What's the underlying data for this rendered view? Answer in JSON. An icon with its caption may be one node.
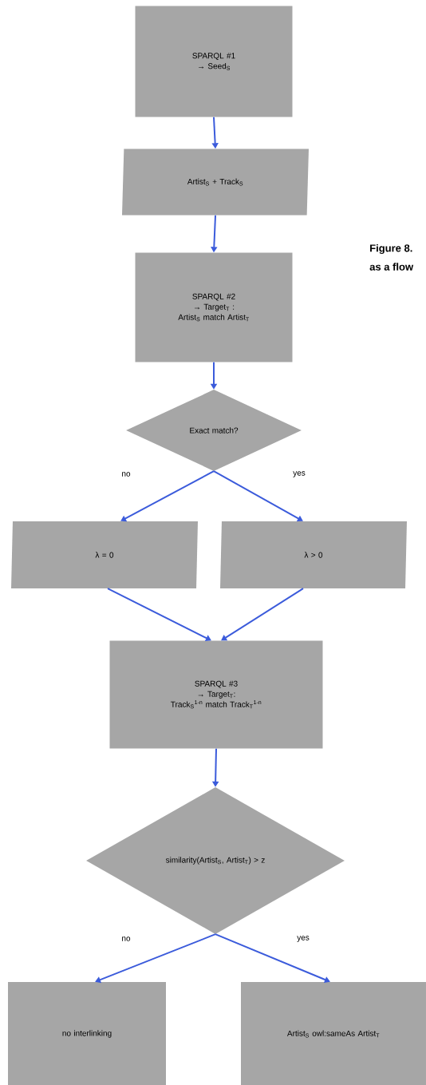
{
  "diagram": {
    "nodes": [
      {
        "text": [
          "SPARQL #1",
          "→ Seed$_{S}$"
        ]
      },
      {
        "text": [
          "Artist$_{S}$ + Track$_{S}$"
        ]
      },
      {
        "text": [
          "SPARQL #2",
          "→ Target$_{T}$ :",
          "Artist$_{S}$ match Artist$_{T}$"
        ]
      },
      {
        "text": [
          "Exact match?"
        ]
      },
      {
        "text": [
          "λ = 0"
        ]
      },
      {
        "text": [
          "λ > 0"
        ]
      },
      {
        "text": [
          "SPARQL #3",
          "→ Target$_{T}$:",
          "Track$_{S}$$^{1-n}$ match Track$_{T}$$^{1-n}$"
        ]
      },
      {
        "text": [
          "similarity(Artist$_{S}$, Artist$_{T}$) > z"
        ]
      },
      {
        "text": [
          "no interlinking"
        ]
      },
      {
        "text": [
          "Artist$_{S}$ owl:sameAs Artist$_{T}$"
        ]
      }
    ],
    "edges": [
      {
        "from": 0,
        "to": 1,
        "arrow": "to"
      },
      {
        "from": 1,
        "to": 2,
        "arrow": "to"
      },
      {
        "from": 2,
        "to": 3,
        "arrow": "to"
      },
      {
        "from": 3,
        "to": 4,
        "arrow": "to",
        "label": "no"
      },
      {
        "from": 3,
        "to": 5,
        "arrow": "to",
        "label": "yes"
      },
      {
        "from": 4,
        "to": 6,
        "arrow": "to"
      },
      {
        "from": 5,
        "to": 6,
        "arrow": "to"
      },
      {
        "from": 6,
        "to": 7,
        "arrow": "to"
      },
      {
        "from": 7,
        "to": 8,
        "arrow": "to",
        "label": "no"
      },
      {
        "from": 7,
        "to": 9,
        "arrow": "to",
        "label": "yes"
      }
    ],
    "labels": [
      "Figure 8.",
      "as a flow"
    ]
  }
}
